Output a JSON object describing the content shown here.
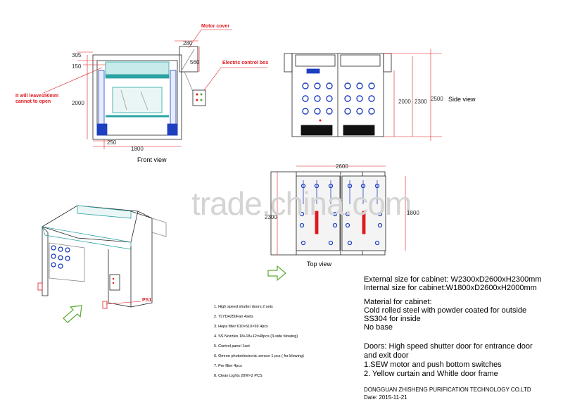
{
  "watermark": "trade.china.com",
  "front_view": {
    "title": "Front view",
    "labels": {
      "motor_cover": "Motor cover",
      "electric_control_box": "Electric control box",
      "leave_note": "It will leave150mm\ncannot to open"
    },
    "dims": {
      "d305": "305",
      "d150": "150",
      "d2000": "2000",
      "d280": "280",
      "d560": "560",
      "d250": "250",
      "d1800": "1800"
    }
  },
  "side_view": {
    "title": "Side view",
    "dims": {
      "d2000": "2000",
      "d2300": "2300",
      "d2500": "2500"
    }
  },
  "top_view": {
    "title": "Top view",
    "dims": {
      "d2600": "2600",
      "d2300": "2300",
      "d1800": "1800"
    }
  },
  "iso_view": {
    "label": "PS1"
  },
  "parts_list": [
    "1. High speed shutter doors   2 sets",
    "2. TLYD4250Fan   4sets",
    "3. Hepa filter   610×610×69  4pcs",
    "4. SS Nozzles   18+18+12=48pcs  (3-side blowing)",
    "5. Control panel   1set",
    "6. Omron photoelectronic sensor    1 pcs ( for blowing)",
    "7. Pre filter   4pcs",
    "8. Clean Lights  20W×2 PCS"
  ],
  "specs": {
    "external": "External size for cabinet: W2300xD2600xH2300mm",
    "internal": "Internal size for cabinet:W1800xD2600xH2000mm",
    "material_title": "Material for cabinet:",
    "material_lines": [
      "Cold rolled steel with powder coated for outside",
      "SS304 for inside",
      " No base"
    ],
    "doors_lines": [
      "Doors: High speed shutter door for entrance door",
      " and exit door",
      "1.SEW motor  and push bottom switches",
      "2. Yellow curtain and Whitle door frame"
    ]
  },
  "company": "DONGGUAN ZHISHENG PURIFICATION TECHNOLOGY CO.LTD",
  "date": "Date: 2015-11-21",
  "colors": {
    "red": "#e0191f",
    "teal": "#2aa3a3",
    "blue": "#1e3fbf",
    "green": "#5aa832",
    "line": "#222222"
  }
}
